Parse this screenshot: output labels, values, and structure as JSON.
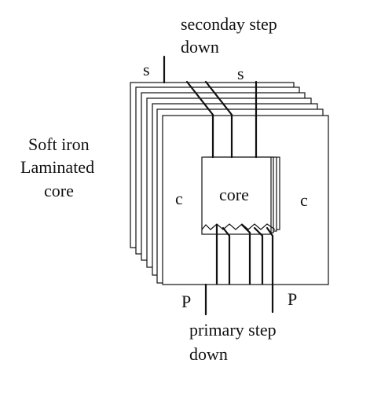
{
  "labels": {
    "secondary_line1": "seconday step",
    "secondary_line2": "down",
    "s_left": "s",
    "s_right": "s",
    "soft_iron_line1": "Soft iron",
    "soft_iron_line2": "Laminated",
    "soft_iron_line3": "core",
    "c_left": "c",
    "core": "core",
    "c_right": "c",
    "p_left": "P",
    "p_right": "P",
    "primary_line1": "primary step",
    "primary_line2": "down"
  }
}
